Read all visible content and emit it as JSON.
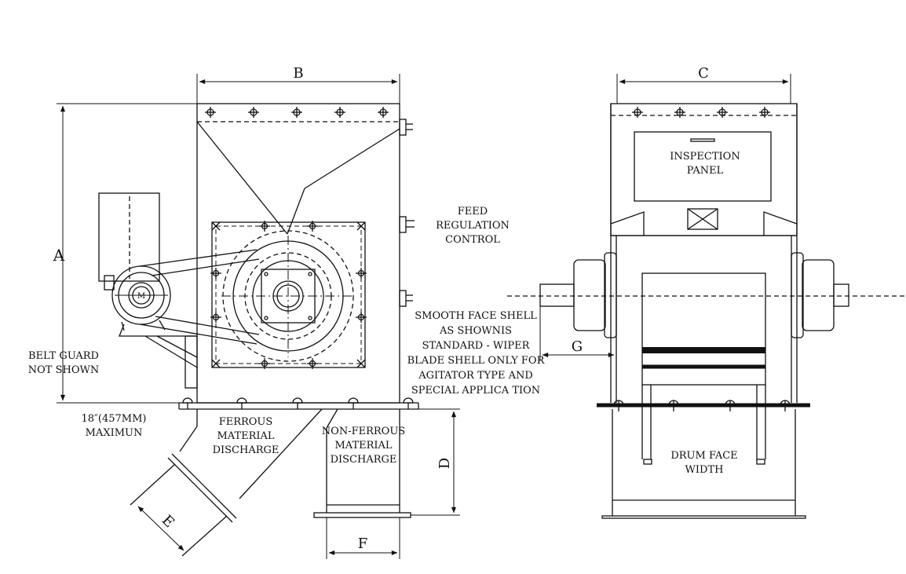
{
  "dimensions": {
    "a": "A",
    "b": "B",
    "c": "C",
    "d": "D",
    "e": "E",
    "f": "F",
    "g": "G"
  },
  "labels": {
    "feed_control": [
      "FEED",
      "REGULATION",
      "CONTROL"
    ],
    "belt_guard": [
      "BELT GUARD",
      "NOT SHOWN"
    ],
    "max_distance": [
      "18″(457MM)",
      "MAXIMUN"
    ],
    "ferrous": [
      "FERROUS",
      "MATERIAL",
      "DISCHARGE"
    ],
    "non_ferrous": [
      "NON-FERROUS",
      "MATERIAL",
      "DISCHARGE"
    ],
    "shell_note": [
      "SMOOTH FACE SHELL",
      "AS SHOWNIS",
      "STANDARD - WIPER",
      "BLADE SHELL ONLY FOR",
      "AGITATOR TYPE AND",
      "SPECIAL APPLICA TION"
    ],
    "inspection": [
      "INSPECTION",
      "PANEL"
    ],
    "drum_face": [
      "DRUM FACE",
      "WIDTH"
    ],
    "motor": "M"
  }
}
